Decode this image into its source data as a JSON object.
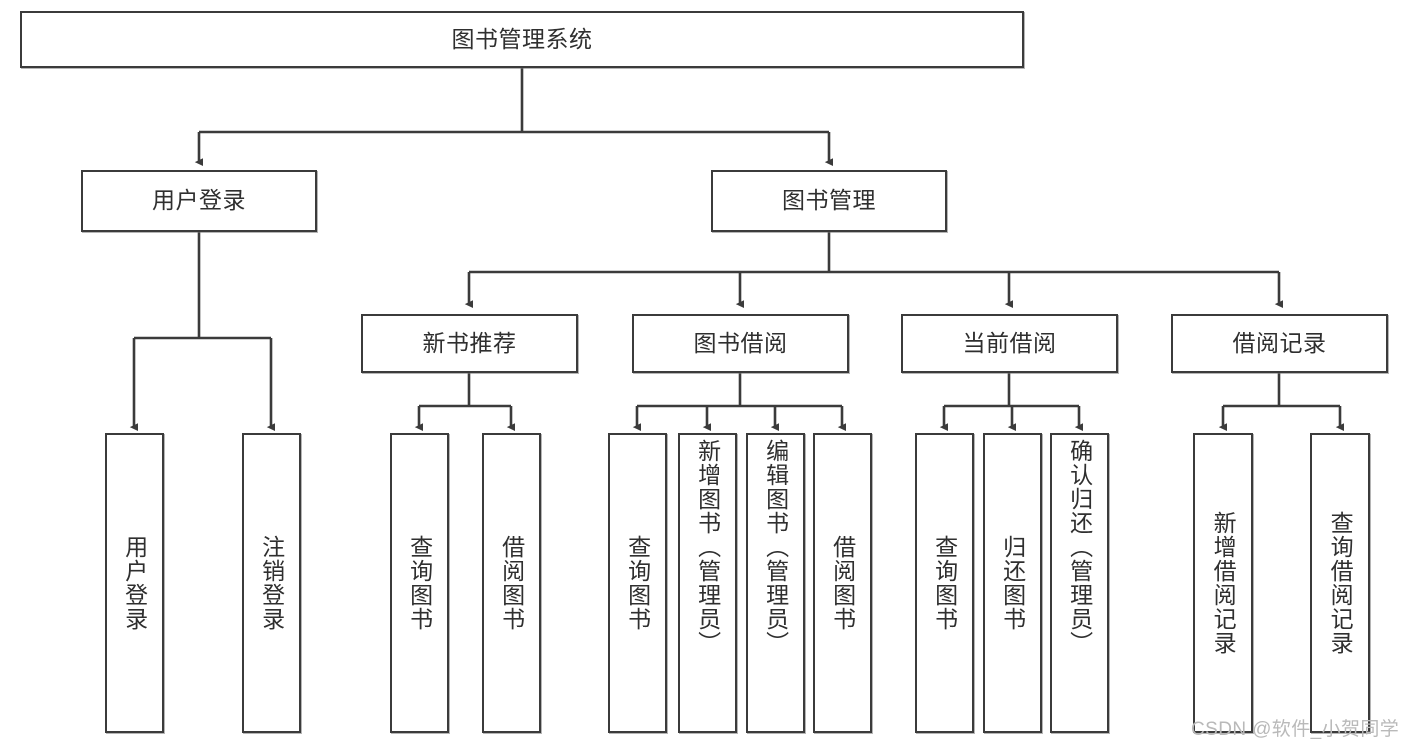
{
  "diagram": {
    "type": "tree-hierarchy",
    "title": "图书管理系统",
    "watermark": "CSDN @软件_小贺同学",
    "colors": {
      "box_border": "#3b3b3b",
      "box_fill": "#ffffff",
      "connector": "#3b3b3b",
      "text": "#2f2f2f",
      "watermark": "#b9b9b9"
    },
    "nodes": {
      "root": {
        "label": "图书管理系统",
        "level": 1,
        "orientation": "horizontal"
      },
      "l2": [
        {
          "id": "user-login",
          "label": "用户登录",
          "orientation": "horizontal"
        },
        {
          "id": "book-manage",
          "label": "图书管理",
          "orientation": "horizontal"
        }
      ],
      "l3": [
        {
          "id": "new-book-recommend",
          "label": "新书推荐",
          "orientation": "horizontal"
        },
        {
          "id": "book-borrow",
          "label": "图书借阅",
          "orientation": "horizontal"
        },
        {
          "id": "current-borrow",
          "label": "当前借阅",
          "orientation": "horizontal"
        },
        {
          "id": "borrow-record",
          "label": "借阅记录",
          "orientation": "horizontal"
        }
      ],
      "leaves": [
        {
          "id": "leaf-user-login",
          "parent": "user-login",
          "label": "用户登录",
          "orientation": "vertical"
        },
        {
          "id": "leaf-user-logout",
          "parent": "user-login",
          "label": "注销登录",
          "orientation": "vertical"
        },
        {
          "id": "leaf-query-book-1",
          "parent": "new-book-recommend",
          "label": "查询图书",
          "orientation": "vertical"
        },
        {
          "id": "leaf-borrow-book-1",
          "parent": "new-book-recommend",
          "label": "借阅图书",
          "orientation": "vertical"
        },
        {
          "id": "leaf-query-book-2",
          "parent": "book-borrow",
          "label": "查询图书",
          "orientation": "vertical"
        },
        {
          "id": "leaf-add-book",
          "parent": "book-borrow",
          "label": "新增图书（管理员）",
          "orientation": "vertical"
        },
        {
          "id": "leaf-edit-book",
          "parent": "book-borrow",
          "label": "编辑图书（管理员）",
          "orientation": "vertical"
        },
        {
          "id": "leaf-borrow-book-2",
          "parent": "book-borrow",
          "label": "借阅图书",
          "orientation": "vertical"
        },
        {
          "id": "leaf-query-book-3",
          "parent": "current-borrow",
          "label": "查询图书",
          "orientation": "vertical"
        },
        {
          "id": "leaf-return-book",
          "parent": "current-borrow",
          "label": "归还图书",
          "orientation": "vertical"
        },
        {
          "id": "leaf-confirm-return",
          "parent": "current-borrow",
          "label": "确认归还（管理员）",
          "orientation": "vertical"
        },
        {
          "id": "leaf-add-record",
          "parent": "borrow-record",
          "label": "新增借阅记录",
          "orientation": "vertical"
        },
        {
          "id": "leaf-query-record",
          "parent": "borrow-record",
          "label": "查询借阅记录",
          "orientation": "vertical"
        }
      ]
    }
  }
}
